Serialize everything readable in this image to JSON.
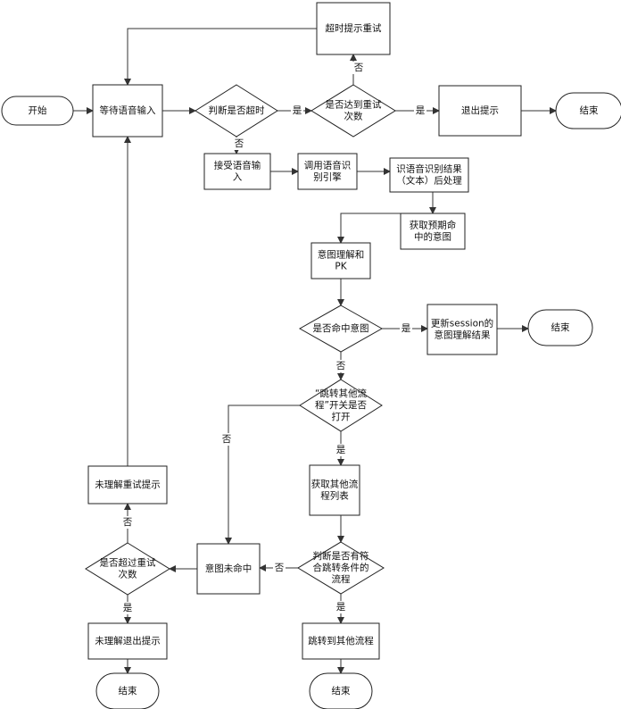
{
  "nodes": {
    "start": [
      "开始"
    ],
    "wait": [
      "等待语音输入"
    ],
    "timeout_q": [
      "判断是否超时"
    ],
    "retry_q": [
      "是否达到重试",
      "次数"
    ],
    "timeout_tip": [
      "超时提示重试"
    ],
    "exit_tip": [
      "退出提示"
    ],
    "end1": [
      "结束"
    ],
    "accept": [
      "接受语音输",
      "入"
    ],
    "asr": [
      "调用语音识",
      "别引擎"
    ],
    "post": [
      "识语音识别结果",
      "（文本）后处理"
    ],
    "intent_get": [
      "获取预期命",
      "中的意图"
    ],
    "nlu": [
      "意图理解和",
      "PK"
    ],
    "hit_q": [
      "是否命中意图"
    ],
    "update": [
      "更新session的",
      "意图理解结果"
    ],
    "end2": [
      "结束"
    ],
    "switch_q": [
      "“跳转其他流",
      "程”开关是否",
      "打开"
    ],
    "get_list": [
      "获取其他流",
      "程列表"
    ],
    "match_q": [
      "判断是否有符",
      "合跳转条件的",
      "流程"
    ],
    "jump": [
      "跳转到其他流程"
    ],
    "end3": [
      "结束"
    ],
    "miss": [
      "意图未命中"
    ],
    "exceed_q": [
      "是否超过重试",
      "次数"
    ],
    "not_understood_retry": [
      "未理解重试提示"
    ],
    "not_understood_exit": [
      "未理解退出提示"
    ],
    "end4": [
      "结束"
    ]
  },
  "edge_labels": {
    "timeout_yes": "是",
    "timeout_no": "否",
    "retry_no": "否",
    "retry_yes": "是",
    "hit_yes": "是",
    "hit_no": "否",
    "switch_no": "否",
    "switch_yes": "是",
    "match_no": "否",
    "match_yes": "是",
    "exceed_no": "否",
    "exceed_yes": "是"
  }
}
